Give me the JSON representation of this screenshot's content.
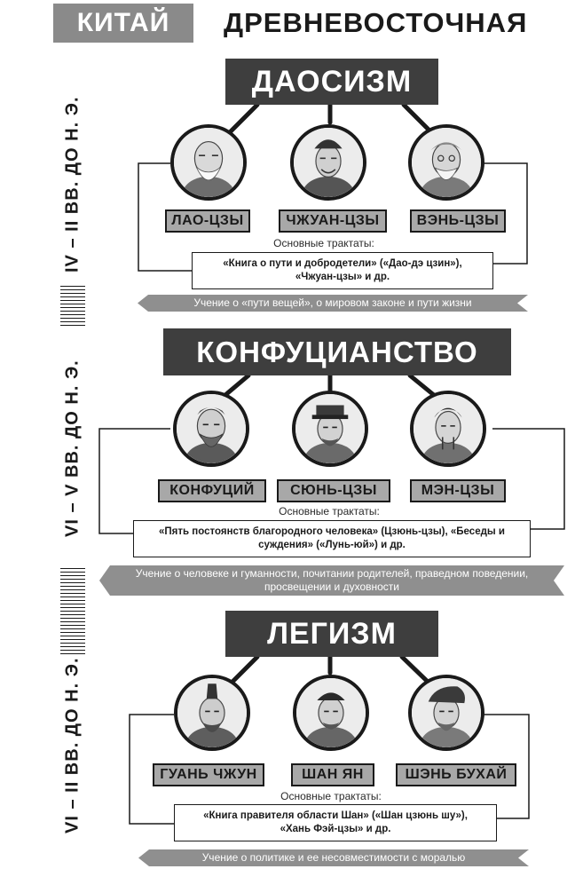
{
  "header": {
    "country": "КИТАЙ",
    "subtitle": "ДРЕВНЕВОСТОЧНАЯ"
  },
  "timeline": [
    "IV – II ВВ. ДО Н. Э.",
    "VI – V ВВ. ДО Н. Э.",
    "VI – II ВВ. ДО Н. Э."
  ],
  "schools": [
    {
      "title": "ДАОСИЗМ",
      "philosophers": [
        "ЛАО-ЦЗЫ",
        "ЧЖУАН-ЦЗЫ",
        "ВЭНЬ-ЦЗЫ"
      ],
      "treatise_caption": "Основные трактаты:",
      "treatise_lines": [
        "«Книга о пути и добродетели» («Дао-дэ цзин»),",
        "«Чжуан-цзы» и др."
      ],
      "ribbon_lines": [
        "Учение о «пути вещей», о мировом законе и пути жизни"
      ]
    },
    {
      "title": "КОНФУЦИАНСТВО",
      "philosophers": [
        "КОНФУЦИЙ",
        "СЮНЬ-ЦЗЫ",
        "МЭН-ЦЗЫ"
      ],
      "treatise_caption": "Основные трактаты:",
      "treatise_lines": [
        "«Пять постоянств благородного человека» (Цзюнь-цзы), «Беседы и",
        "суждения» («Лунь-юй») и др."
      ],
      "ribbon_lines": [
        "Учение о человеке и гуманности, почитании родителей, праведном поведении,",
        "просвещении и духовности"
      ]
    },
    {
      "title": "ЛЕГИЗМ",
      "philosophers": [
        "ГУАНЬ ЧЖУН",
        "ШАН ЯН",
        "ШЭНЬ БУХАЙ"
      ],
      "treatise_caption": "Основные трактаты:",
      "treatise_lines": [
        "«Книга правителя области Шан» («Шан цзюнь шу»),",
        "«Хань Фэй-цзы» и др."
      ],
      "ribbon_lines": [
        "Учение о политике и ее несовместимости с моралью"
      ]
    }
  ],
  "colors": {
    "title_bg": "#3e3e3e",
    "header_bg": "#8a8a8a",
    "name_tag_bg": "#a8a8a8",
    "ribbon_bg": "#8f8f8f"
  },
  "icons": [
    "sage-portrait-icon"
  ]
}
